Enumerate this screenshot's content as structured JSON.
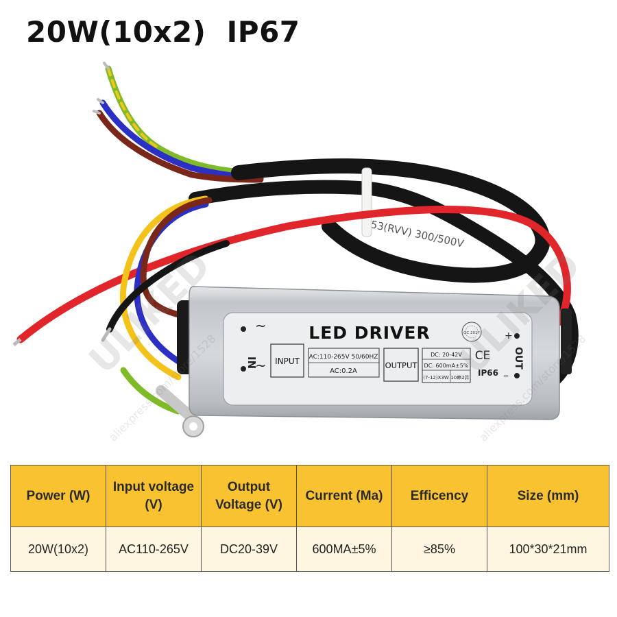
{
  "title": "20W(10x2)  IP67",
  "product_photo": {
    "case_label": "LED DRIVER",
    "input_label": "INPUT",
    "output_label": "OUTPUT",
    "input_spec_line1": "AC:110-265V 50/60HZ",
    "input_spec_line2": "AC:0.2A",
    "output_spec_line1": "DC: 20-42V",
    "output_spec_line2": "DC: 600mA±5%",
    "output_spec_line3": "(7-12)X3W",
    "output_spec_line4": "10串2并",
    "ce_mark": "CE",
    "ip_rating": "IP66",
    "in_label": "IN",
    "out_label": "OUT",
    "plus": "+",
    "minus": "–",
    "tilde": "~",
    "qc_badge": "QC 2017",
    "cable_print": "53(RVV)  300/500V",
    "watermark": "ULIKED",
    "watermark_url": "aliexpress.com/store/1528",
    "colors": {
      "case": "#c9cdd2",
      "label": "#eceef0",
      "red_wire": "#e0262b",
      "black_cable": "#151515",
      "yellow_wire": "#f3c21b",
      "blue_wire": "#2c2fc4",
      "brown_wire": "#7a2618",
      "green_yellow_wire": "#7fba28"
    }
  },
  "table": {
    "headers": [
      "Power (W)",
      "Input voltage (V)",
      "Output Voltage (V)",
      "Current (Ma)",
      "Efficency",
      "Size (mm)"
    ],
    "row": [
      "20W(10x2)",
      "AC110-265V",
      "DC20-39V",
      "600MA±5%",
      "≥85%",
      "100*30*21mm"
    ],
    "colors": {
      "header_bg": "#f9c230",
      "row_bg": "#fef6e0"
    }
  }
}
